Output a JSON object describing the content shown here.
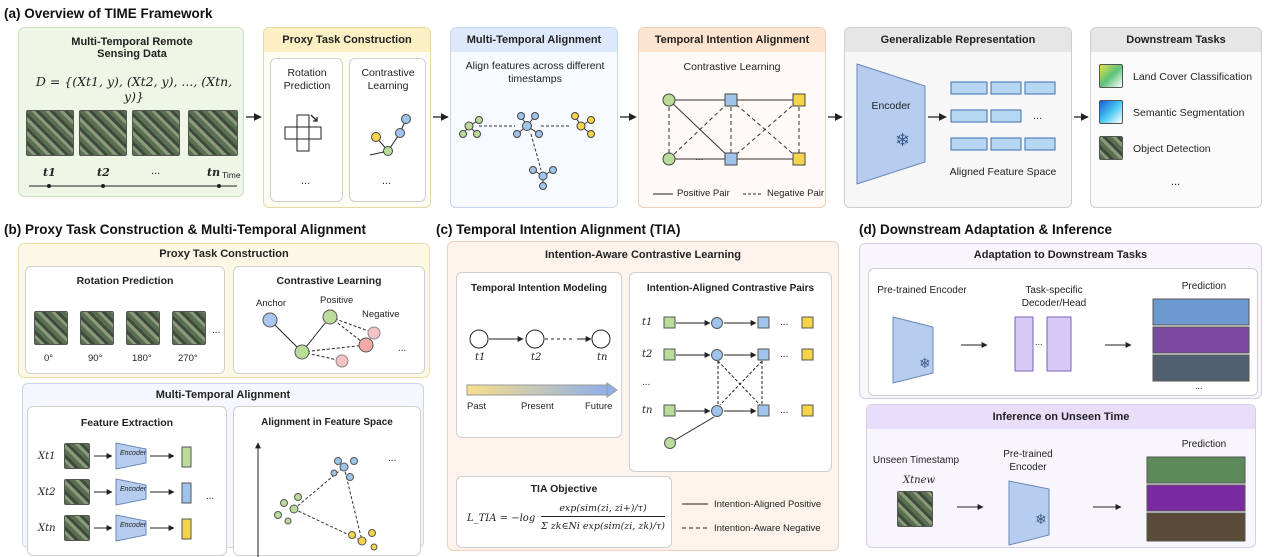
{
  "a": {
    "title": "(a) Overview of TIME Framework",
    "data_box": {
      "header": "Multi-Temporal Remote Sensing Data",
      "formula": "D = {(Xt1, y), (Xt2, y), ..., (Xtn, y)}",
      "t1": "t1",
      "t2": "t2",
      "dots": "...",
      "tn": "tn",
      "time": "Time"
    },
    "proxy": {
      "header": "Proxy Task Construction",
      "rotation": "Rotation Prediction",
      "contrastive": "Contrastive Learning",
      "dots": "..."
    },
    "mta": {
      "header": "Multi-Temporal Alignment",
      "desc": "Align features across different timestamps"
    },
    "tia": {
      "header": "Temporal Intention Alignment",
      "sub": "Contrastive Learning",
      "dots": "...",
      "pos": "Positive Pair",
      "neg": "Negative Pair"
    },
    "gen": {
      "header": "Generalizable Representation",
      "encoder": "Encoder",
      "dots": "...",
      "space": "Aligned Feature Space"
    },
    "down": {
      "header": "Downstream Tasks",
      "items": [
        "Land Cover Classification",
        "Semantic Segmentation",
        "Object Detection"
      ],
      "dots": "..."
    }
  },
  "b": {
    "title": "(b) Proxy Task Construction & Multi-Temporal Alignment",
    "ptc": "Proxy Task Construction",
    "rot": "Rotation Prediction",
    "angles": [
      "0°",
      "90°",
      "180°",
      "270°"
    ],
    "cl": "Contrastive Learning",
    "anchor": "Anchor",
    "positive": "Positive",
    "negative": "Negative",
    "dots": "...",
    "mta": "Multi-Temporal Alignment",
    "fe": "Feature Extraction",
    "afs": "Alignment in Feature Space",
    "enc": "Encoder",
    "x_labels": [
      "Xt1",
      "Xt2",
      "Xtn"
    ]
  },
  "c": {
    "title": "(c) Temporal Intention Alignment (TIA)",
    "iacl": "Intention-Aware Contrastive Learning",
    "tim": "Temporal Intention Modeling",
    "t_labels": [
      "t1",
      "t2",
      "tn"
    ],
    "past": "Past",
    "present": "Present",
    "future": "Future",
    "iacp": "Intention-Aligned Contrastive Pairs",
    "row_labels": [
      "t1",
      "t2",
      "...",
      "tn"
    ],
    "dots": "...",
    "obj": "TIA Objective",
    "loss_lhs": "L_TIA = −log",
    "loss_num": "exp(sim(zi, zi+)/τ)",
    "loss_den": "Σ zk∈Ni exp(sim(zi, zk)/τ)",
    "leg_pos": "Intention-Aligned Positive",
    "leg_neg": "Intention-Aware Negative"
  },
  "d": {
    "title": "(d) Downstream Adaptation & Inference",
    "adapt": "Adaptation to Downstream Tasks",
    "pre": "Pre-trained Encoder",
    "head": "Task-specific Decoder/Head",
    "pred": "Prediction",
    "dots": "...",
    "infer": "Inference on Unseen Time",
    "unseen": "Unseen Timestamp",
    "xnew": "Xtnew",
    "pre2": "Pre-trained Encoder",
    "pred2": "Prediction"
  },
  "colors": {
    "green": "#b9dc9a",
    "blue": "#9fc4ec",
    "yellow": "#f5d34a",
    "pink": "#f4a9a9",
    "lavender": "#c9b8ef"
  }
}
